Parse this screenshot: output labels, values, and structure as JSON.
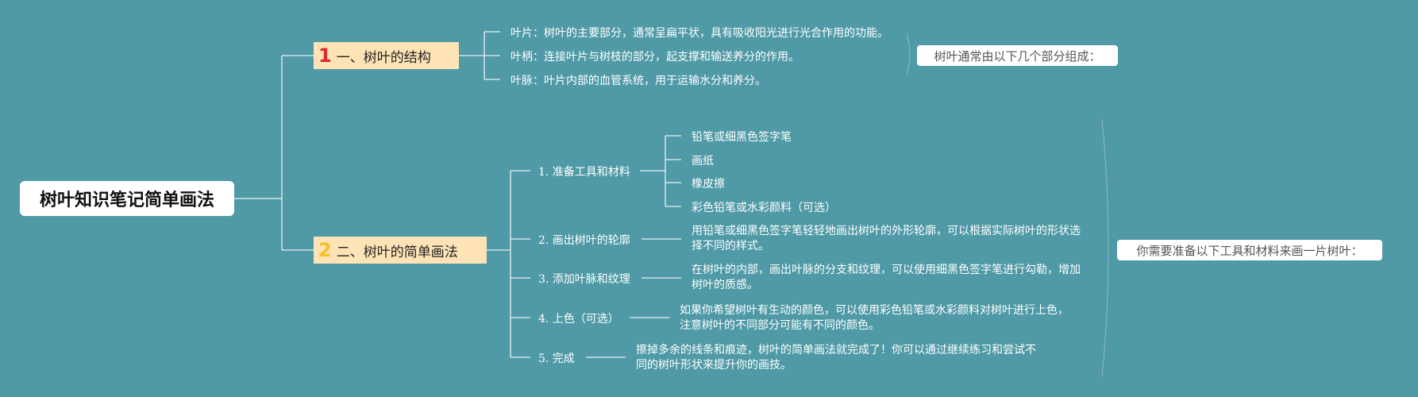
{
  "root": {
    "title": "树叶知识笔记简单画法"
  },
  "branch1": {
    "number": "1",
    "label": "一、树叶的结构",
    "items": [
      "叶片：树叶的主要部分，通常呈扁平状，具有吸收阳光进行光合作用的功能。",
      "叶柄：连接叶片与树枝的部分，起支撑和输送养分的作用。",
      "叶脉：叶片内部的血管系统，用于运输水分和养分。"
    ],
    "note": "树叶通常由以下几个部分组成："
  },
  "branch2": {
    "number": "2",
    "label": "二、树叶的简单画法",
    "steps": [
      {
        "label": "1. 准备工具和材料"
      },
      {
        "label": "2. 画出树叶的轮廓",
        "desc": "用铅笔或细黑色签字笔轻轻地画出树叶的外形轮廓，可以根据实际树叶的形状选择不同的样式。"
      },
      {
        "label": "3. 添加叶脉和纹理",
        "desc": "在树叶的内部，画出叶脉的分支和纹理，可以使用细黑色签字笔进行勾勒，增加树叶的质感。"
      },
      {
        "label": "4. 上色（可选）",
        "desc": "如果你希望树叶有生动的颜色，可以使用彩色铅笔或水彩颜料对树叶进行上色，注意树叶的不同部分可能有不同的颜色。"
      },
      {
        "label": "5. 完成",
        "desc": "擦掉多余的线条和痕迹，树叶的简单画法就完成了！你可以通过继续练习和尝试不同的树叶形状来提升你的画技。"
      }
    ],
    "tools": [
      "铅笔或细黑色签字笔",
      "画纸",
      "橡皮擦",
      "彩色铅笔或水彩颜料（可选）"
    ],
    "note": "你需要准备以下工具和材料来画一片树叶："
  }
}
